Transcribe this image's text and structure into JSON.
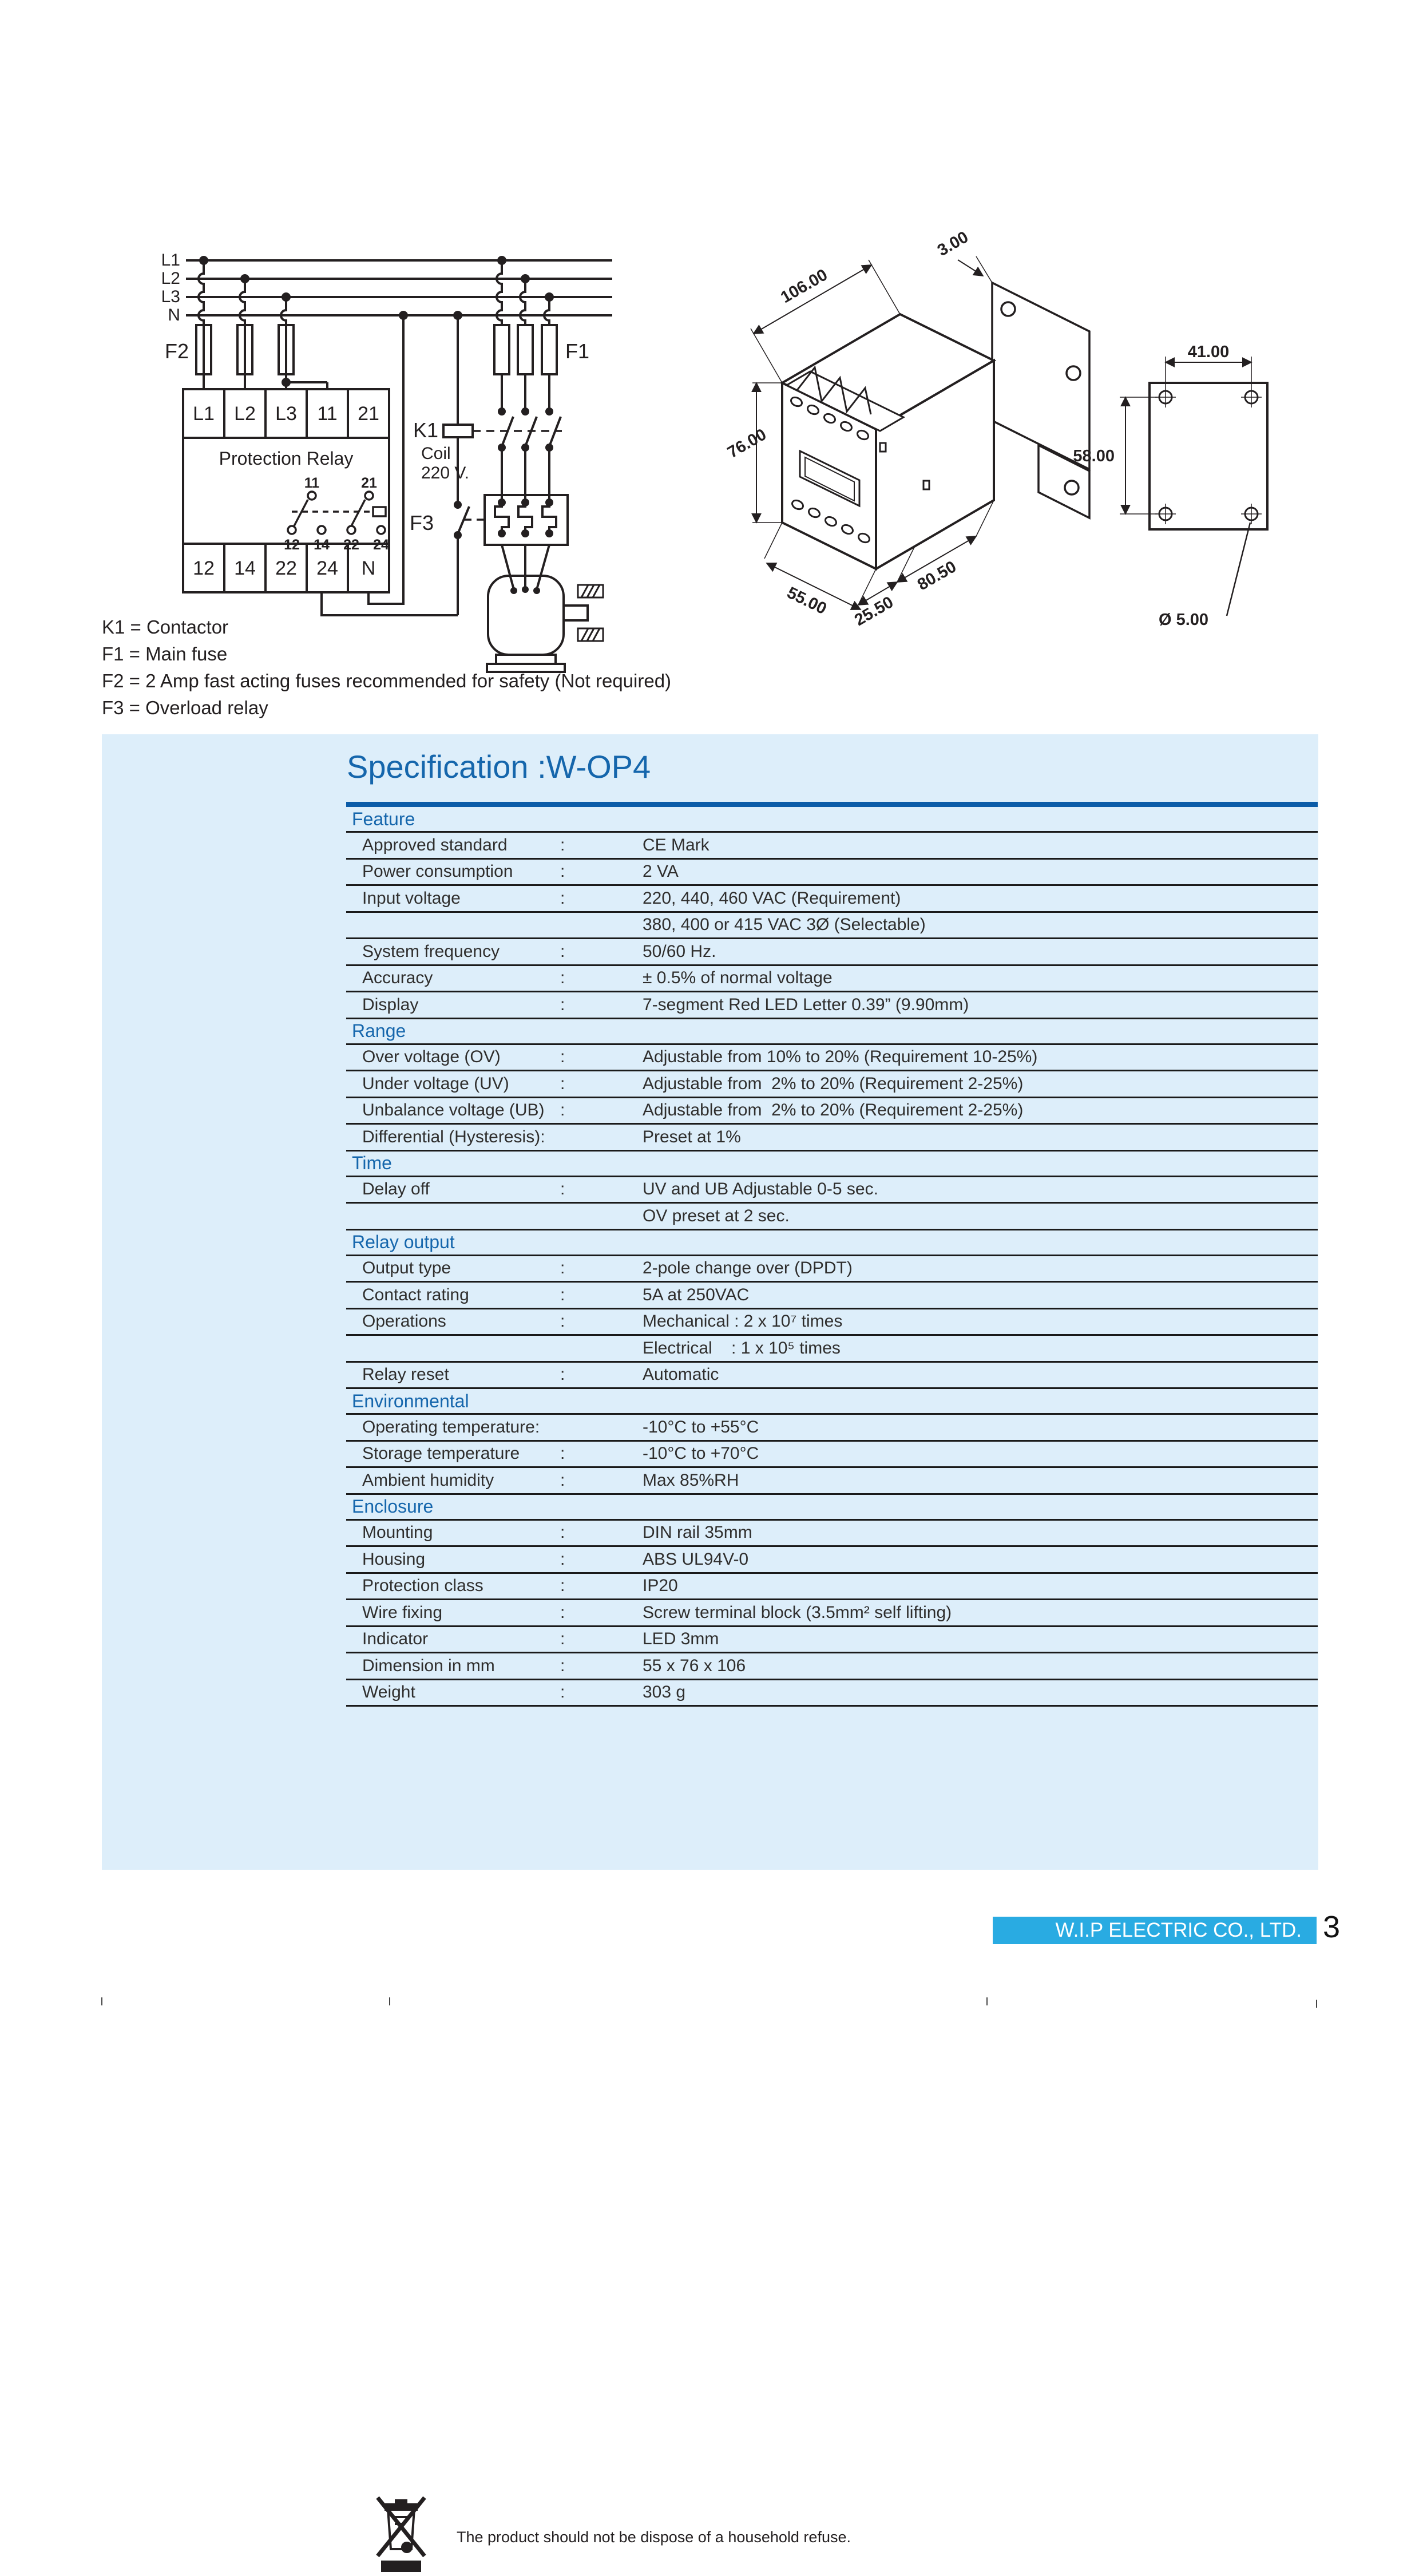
{
  "colors": {
    "accent_blue": "#1566ac",
    "rule_blue": "#0b5ca8",
    "panel_bg": "#ddeefa",
    "footer_cyan": "#29abe2",
    "line_dark": "#1a1a1a",
    "ink": "#231f20"
  },
  "wiring": {
    "bus_labels": [
      "L1",
      "L2",
      "L3",
      "N"
    ],
    "fuse_left_label": "F2",
    "fuse_right_label": "F1",
    "contactor_label": "K1",
    "coil_line1": "Coil",
    "coil_line2": "220 V.",
    "overload_label": "F3",
    "relay_title": "Protection Relay",
    "top_terminals": [
      "L1",
      "L2",
      "L3",
      "11",
      "21"
    ],
    "bottom_terminals": [
      "12",
      "14",
      "22",
      "24",
      "N"
    ],
    "contact_top": [
      "11",
      "21"
    ],
    "contact_bottom": [
      "12",
      "14",
      "22",
      "24"
    ],
    "legend": [
      "K1 = Contactor",
      "F1 = Main fuse",
      "F2 = 2 Amp fast acting fuses recommended for safety (Not required)",
      "F3 = Overload relay"
    ]
  },
  "dimensions": {
    "iso": [
      "3.00",
      "106.00",
      "76.00",
      "55.00",
      "25.50",
      "80.50"
    ],
    "plate": {
      "width": "41.00",
      "height": "58.00",
      "hole": "Ø 5.00"
    }
  },
  "spec": {
    "title": "Specification :W-OP4",
    "rows": [
      {
        "type": "section",
        "label": "Feature"
      },
      {
        "type": "row",
        "label": "Approved standard",
        "colon": ":",
        "value": "CE Mark"
      },
      {
        "type": "row",
        "label": "Power consumption",
        "colon": ":",
        "value": "2 VA"
      },
      {
        "type": "row",
        "label": "Input voltage",
        "colon": ":",
        "value": "220, 440, 460 VAC (Requirement)"
      },
      {
        "type": "row",
        "label": "",
        "colon": "",
        "value": "380, 400 or 415 VAC 3Ø (Selectable)"
      },
      {
        "type": "row",
        "label": "System frequency",
        "colon": ":",
        "value": "50/60 Hz."
      },
      {
        "type": "row",
        "label": "Accuracy",
        "colon": ":",
        "value": "± 0.5% of normal voltage"
      },
      {
        "type": "row",
        "label": "Display",
        "colon": ":",
        "value": "7-segment Red LED Letter 0.39” (9.90mm)"
      },
      {
        "type": "section",
        "label": "Range"
      },
      {
        "type": "row",
        "label": "Over voltage (OV)",
        "colon": ":",
        "value": "Adjustable from 10% to 20% (Requirement 10-25%)"
      },
      {
        "type": "row",
        "label": "Under voltage (UV)",
        "colon": ":",
        "value": "Adjustable from  2% to 20% (Requirement 2-25%)"
      },
      {
        "type": "row",
        "label": "Unbalance voltage (UB)",
        "colon": ":",
        "value": "Adjustable from  2% to 20% (Requirement 2-25%)"
      },
      {
        "type": "row",
        "label": "Differential (Hysteresis):",
        "colon": "",
        "value": "Preset at 1%"
      },
      {
        "type": "section",
        "label": "Time"
      },
      {
        "type": "row",
        "label": "Delay off",
        "colon": ":",
        "value": "UV and UB Adjustable 0-5 sec."
      },
      {
        "type": "row",
        "label": "",
        "colon": "",
        "value": "OV preset at 2 sec."
      },
      {
        "type": "section",
        "label": "Relay output"
      },
      {
        "type": "row",
        "label": "Output type",
        "colon": ":",
        "value": "2-pole change over (DPDT)"
      },
      {
        "type": "row",
        "label": "Contact rating",
        "colon": ":",
        "value": "5A at 250VAC"
      },
      {
        "type": "row",
        "label": "Operations",
        "colon": ":",
        "value": "Mechanical : 2 x 10⁷ times"
      },
      {
        "type": "row",
        "label": "",
        "colon": "",
        "value": "Electrical    : 1 x 10⁵ times"
      },
      {
        "type": "row",
        "label": "Relay reset",
        "colon": ":",
        "value": "Automatic"
      },
      {
        "type": "section",
        "label": "Environmental"
      },
      {
        "type": "row",
        "label": "Operating temperature:",
        "colon": "",
        "value": "-10°C to +55°C"
      },
      {
        "type": "row",
        "label": "Storage temperature",
        "colon": ":",
        "value": "-10°C to +70°C"
      },
      {
        "type": "row",
        "label": "Ambient humidity",
        "colon": ":",
        "value": "Max 85%RH"
      },
      {
        "type": "section",
        "label": "Enclosure"
      },
      {
        "type": "row",
        "label": "Mounting",
        "colon": ":",
        "value": "DIN rail 35mm"
      },
      {
        "type": "row",
        "label": "Housing",
        "colon": ":",
        "value": "ABS UL94V-0"
      },
      {
        "type": "row",
        "label": "Protection class",
        "colon": ":",
        "value": "IP20"
      },
      {
        "type": "row",
        "label": "Wire fixing",
        "colon": ":",
        "value": "Screw terminal block (3.5mm² self lifting)"
      },
      {
        "type": "row",
        "label": "Indicator",
        "colon": ":",
        "value": "LED 3mm"
      },
      {
        "type": "row",
        "label": "Dimension in mm",
        "colon": ":",
        "value": "55 x 76 x 106"
      },
      {
        "type": "row",
        "label": "Weight",
        "colon": ":",
        "value": "303 g"
      }
    ]
  },
  "disposal": {
    "note": "The product should not be dispose of a household refuse."
  },
  "footer": {
    "company": "W.I.P ELECTRIC CO., LTD."
  },
  "page": {
    "number": "3"
  }
}
